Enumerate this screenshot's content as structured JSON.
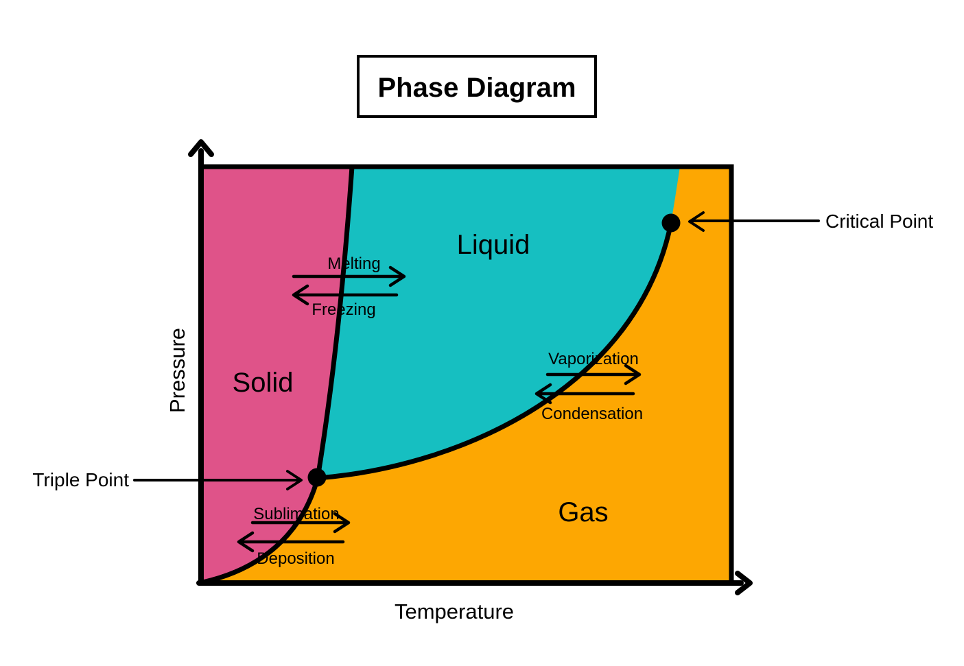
{
  "title": "Phase Diagram",
  "axes": {
    "x_label": "Temperature",
    "y_label": "Pressure"
  },
  "regions": {
    "solid": "Solid",
    "liquid": "Liquid",
    "gas": "Gas"
  },
  "transitions": {
    "melting": "Melting",
    "freezing": "Freezing",
    "vaporization": "Vaporization",
    "condensation": "Condensation",
    "sublimation": "Sublimation",
    "deposition": "Deposition"
  },
  "points": {
    "triple": "Triple Point",
    "critical": "Critical Point"
  },
  "colors": {
    "solid_fill": "#DF5389",
    "liquid_fill": "#16BFC1",
    "gas_fill": "#FDA702",
    "line": "#000000",
    "background": "#FFFFFF"
  }
}
